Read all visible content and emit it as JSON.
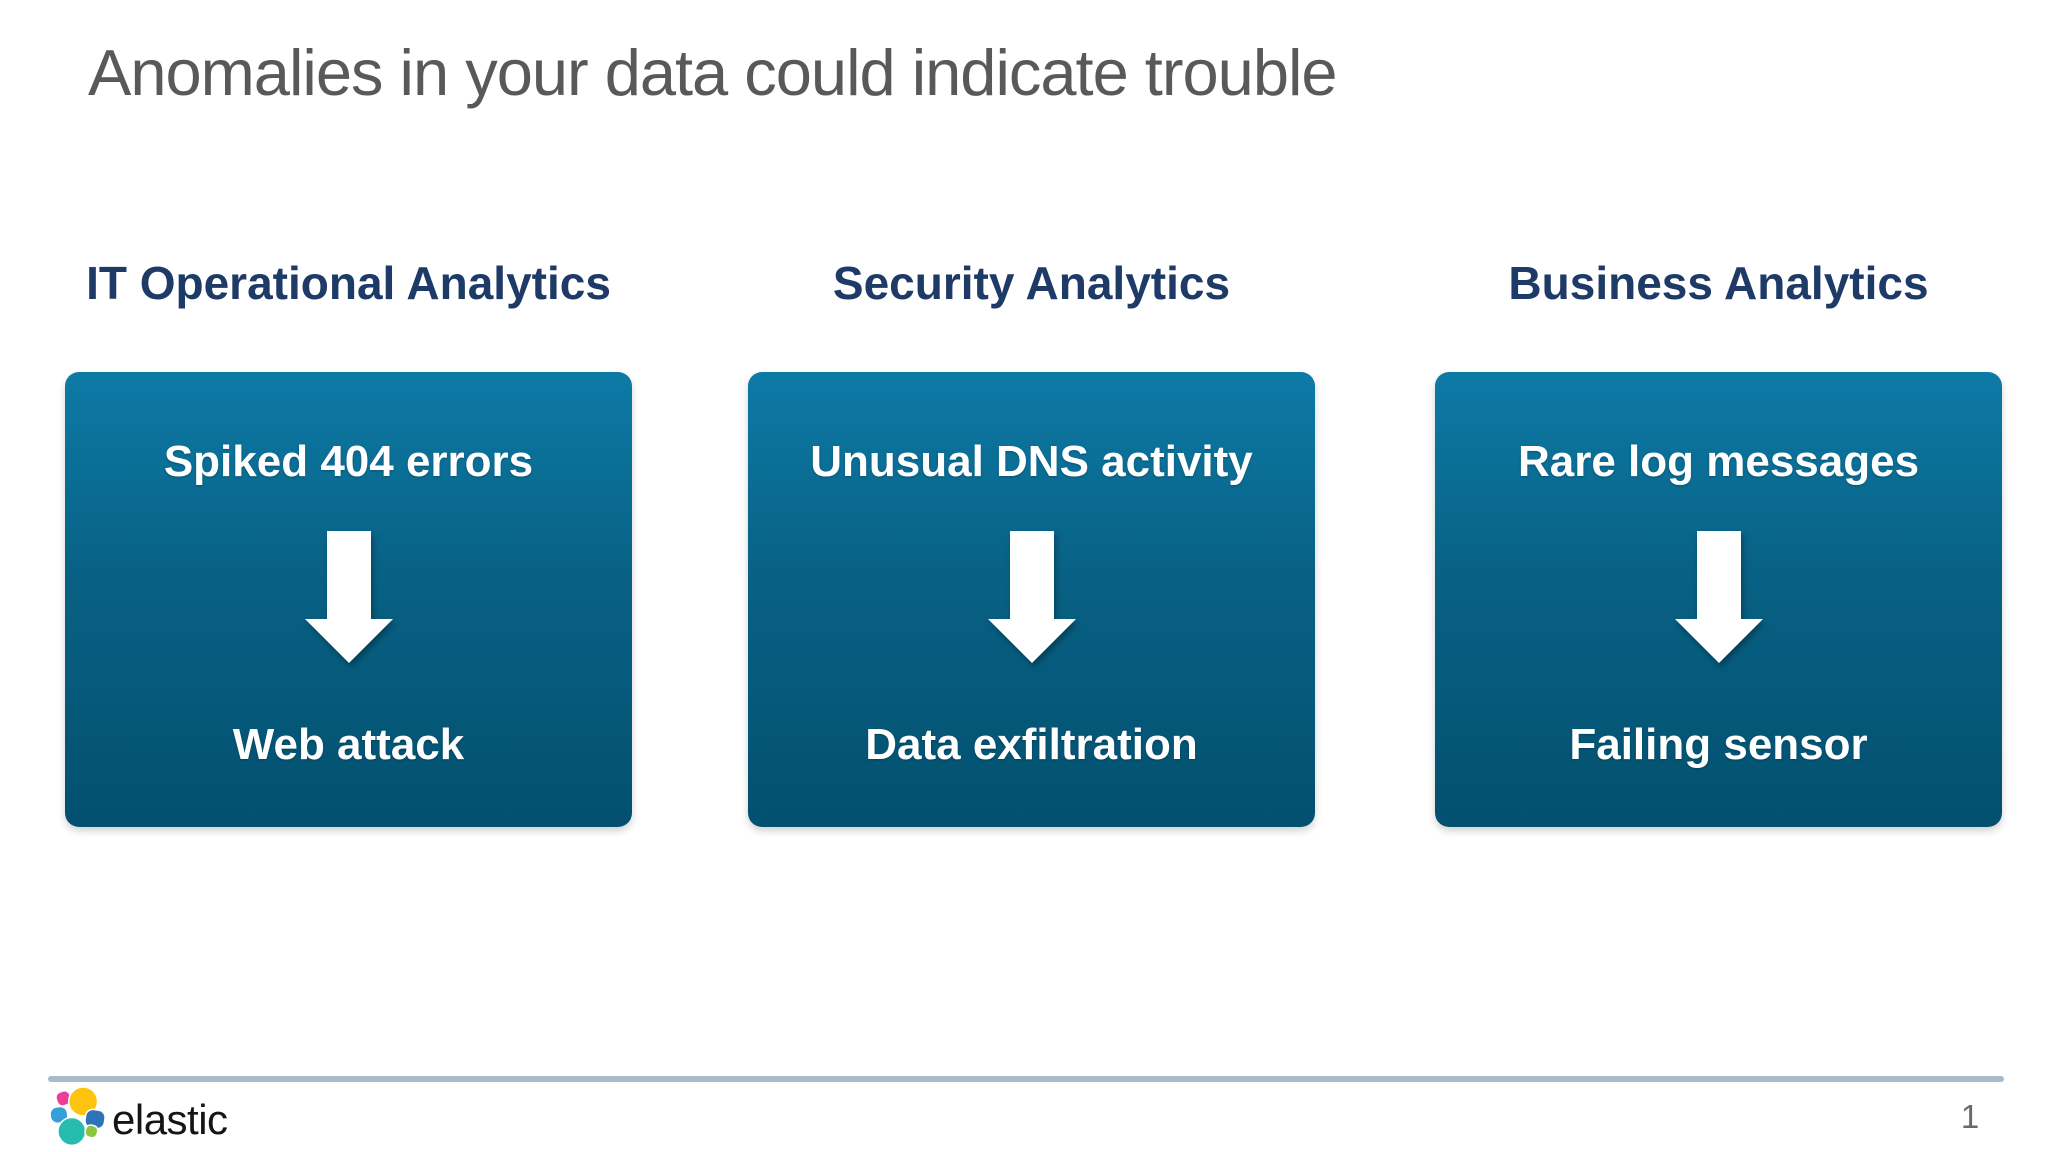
{
  "slide": {
    "title": "Anomalies in your data could indicate trouble",
    "page_number": "1",
    "brand": "elastic"
  },
  "columns": [
    {
      "header": "IT Operational Analytics",
      "card": {
        "cause": "Spiked 404 errors",
        "effect": "Web attack"
      }
    },
    {
      "header": "Security Analytics",
      "card": {
        "cause": "Unusual DNS activity",
        "effect": "Data exfiltration"
      }
    },
    {
      "header": "Business Analytics",
      "card": {
        "cause": "Rare log messages",
        "effect": "Failing sensor"
      }
    }
  ],
  "icons": {
    "arrow": "down-arrow-icon",
    "logo": "elastic-logo-icon"
  },
  "colors": {
    "title_text": "#595959",
    "header_text": "#1e3a66",
    "card_gradient_top": "#0d7aa6",
    "card_gradient_bottom": "#03506f",
    "card_text": "#ffffff",
    "arrow_fill": "#ffffff",
    "footer_line": "#a9bac8",
    "brand_text": "#151515",
    "page_number_text": "#6a6a6a",
    "logo": {
      "pink": "#ee3d96",
      "yellow": "#fdc30f",
      "light_blue": "#36a0d8",
      "dark_blue": "#2e73b8",
      "teal": "#27bcad",
      "green": "#8cc63f"
    }
  }
}
